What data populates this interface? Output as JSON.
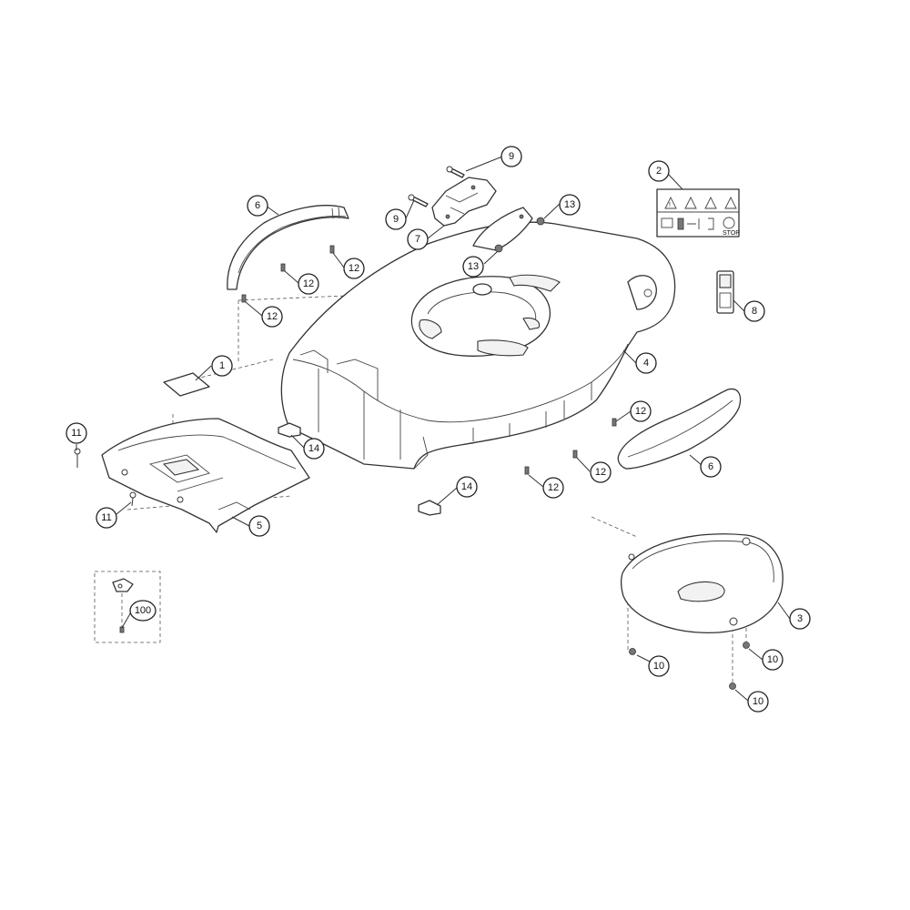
{
  "callouts": {
    "c1": "1",
    "c2": "2",
    "c3": "3",
    "c4": "4",
    "c5": "5",
    "c6a": "6",
    "c6b": "6",
    "c7": "7",
    "c8": "8",
    "c9a": "9",
    "c9b": "9",
    "c10a": "10",
    "c10b": "10",
    "c10c": "10",
    "c11a": "11",
    "c11b": "11",
    "c12a": "12",
    "c12b": "12",
    "c12c": "12",
    "c12d": "12",
    "c12e": "12",
    "c12f": "12",
    "c13a": "13",
    "c13b": "13",
    "c14a": "14",
    "c14b": "14",
    "c100": "100"
  },
  "warning_label": {
    "stop_text": "STOP"
  }
}
